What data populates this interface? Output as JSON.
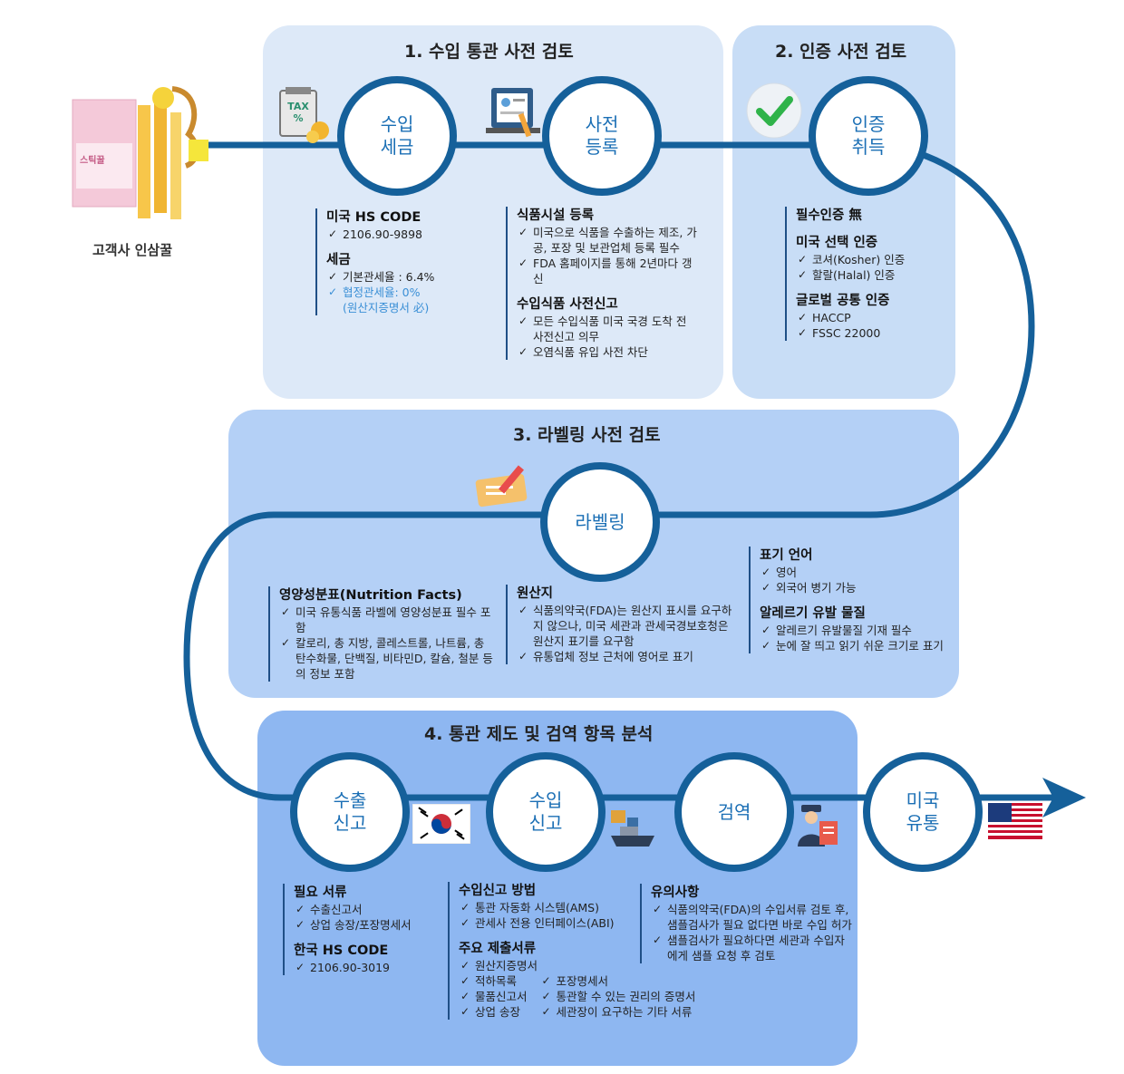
{
  "product": {
    "label": "고객사 인삼꿀",
    "pack_label": "스틱꿀"
  },
  "panel1": {
    "title": "1. 수입 통관 사전 검토",
    "circle_tax": [
      "수입",
      "세금"
    ],
    "circle_reg": [
      "사전",
      "등록"
    ],
    "tax_icon_text": [
      "TAX",
      "%"
    ],
    "left": {
      "h1": "미국 HS CODE",
      "items1": [
        "2106.90-9898"
      ],
      "h2": "세금",
      "items2": [
        "기본관세율 : 6.4%"
      ],
      "accent_item": "협정관세율: 0%",
      "note": "(원산지증명서 必)"
    },
    "right": {
      "h1": "식품시설 등록",
      "items1": [
        "미국으로 식품을 수출하는 제조, 가공, 포장 및 보관업체 등록 필수",
        "FDA 홈페이지를 통해 2년마다 갱신"
      ],
      "h2": "수입식품 사전신고",
      "items2": [
        "모든 수입식품 미국 국경 도착 전 사전신고 의무",
        "오염식품 유입 사전 차단"
      ]
    }
  },
  "panel2": {
    "title": "2. 인증 사전 검토",
    "circle": [
      "인증",
      "취득"
    ],
    "h1": "필수인증 無",
    "h2": "미국 선택 인증",
    "items2": [
      "코셔(Kosher) 인증",
      "할랄(Halal) 인증"
    ],
    "h3": "글로벌 공통 인증",
    "items3": [
      "HACCP",
      "FSSC 22000"
    ]
  },
  "panel3": {
    "title": "3. 라벨링 사전 검토",
    "circle": [
      "라벨링"
    ],
    "col1": {
      "h": "영양성분표(Nutrition Facts)",
      "items": [
        "미국 유통식품 라벨에 영양성분표 필수 포함",
        "칼로리, 총 지방, 콜레스트롤, 나트륨, 총 탄수화물, 단백질, 비타민D, 칼슘, 철분 등의 정보 포함"
      ]
    },
    "col2": {
      "h": "원산지",
      "items": [
        "식품의약국(FDA)는 원산지 표시를 요구하지 않으나, 미국 세관과 관세국경보호청은 원산지 표기를 요구함",
        "유통업체 정보 근처에 영어로 표기"
      ]
    },
    "col3": {
      "h1": "표기 언어",
      "items1": [
        "영어",
        "외국어 병기 가능"
      ],
      "h2": "알레르기 유발 물질",
      "items2": [
        "알레르기 유발물질 기재 필수",
        "눈에 잘 띄고 읽기 쉬운 크기로 표기"
      ]
    }
  },
  "panel4": {
    "title": "4. 통관 제도 및 검역 항목 분석",
    "circle_export": [
      "수출",
      "신고"
    ],
    "circle_import": [
      "수입",
      "신고"
    ],
    "circle_quarantine": [
      "검역"
    ],
    "circle_us": [
      "미국",
      "유통"
    ],
    "col1": {
      "h1": "필요 서류",
      "items1": [
        "수출신고서",
        "상업 송장/포장명세서"
      ],
      "h2": "한국 HS CODE",
      "items2": [
        "2106.90-3019"
      ]
    },
    "col2": {
      "h1": "수입신고 방법",
      "items1": [
        "통관 자동화 시스템(AMS)",
        "관세사 전용 인터페이스(ABI)"
      ],
      "h2": "주요 제출서류",
      "items2_first": "원산지증명서",
      "items2_left": [
        "적하목록",
        "물품신고서",
        "상업 송장"
      ],
      "items2_right": [
        "포장명세서",
        "통관할 수 있는 권리의 증명서",
        "세관장이 요구하는 기타 서류"
      ]
    },
    "col3": {
      "h": "유의사항",
      "items": [
        "식품의약국(FDA)의 수입서류 검토 후, 샘플검사가 필요 없다면 바로 수입 허가",
        "샘플검사가 필요하다면 세관과 수입자에게 샘플 요청 후 검토"
      ]
    }
  },
  "colors": {
    "flow_line": "#15609a",
    "circle_text": "#1b6fb5",
    "accent_text": "#3a8fd6"
  }
}
